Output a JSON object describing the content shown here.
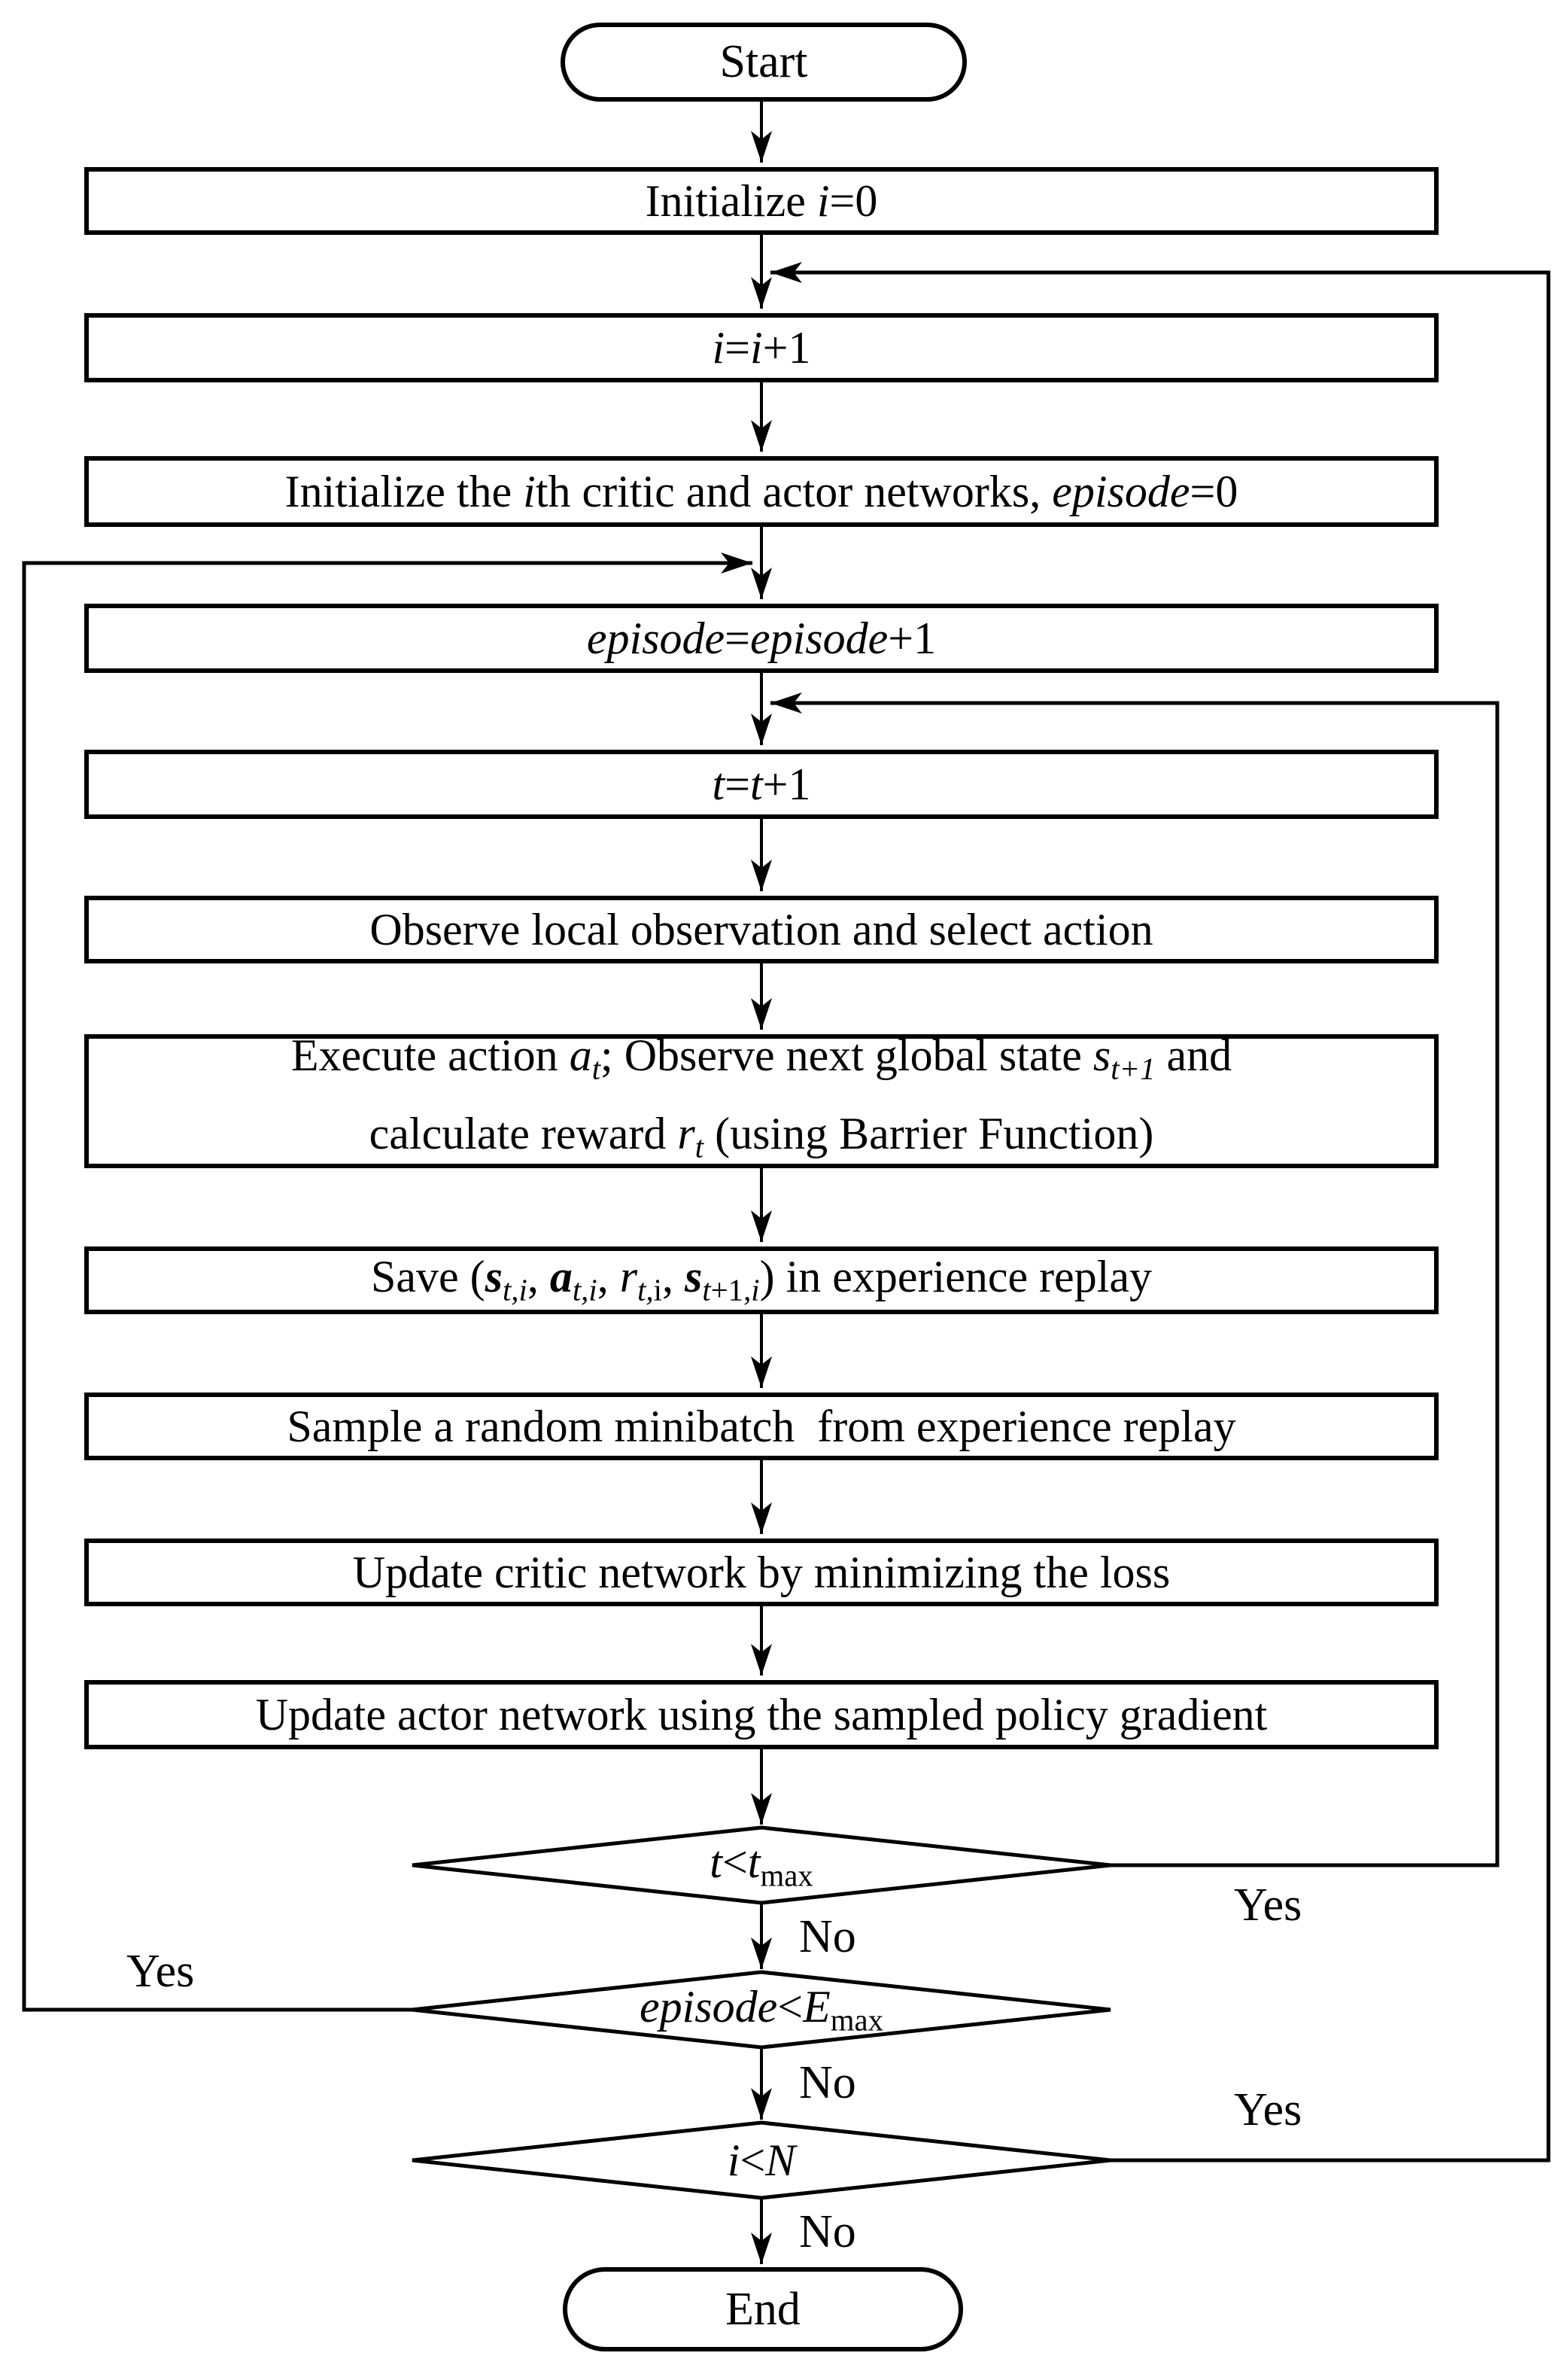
{
  "page": {
    "background": "#ffffff",
    "ink": "#000000"
  },
  "flowchart": {
    "terminals": {
      "start": "Start",
      "end": "End"
    },
    "process": {
      "init_i": [
        [
          "",
          "Initialize "
        ],
        [
          "i",
          "i"
        ],
        [
          "",
          "=0"
        ]
      ],
      "inc_i": [
        [
          "i",
          "i"
        ],
        [
          "",
          "="
        ],
        [
          "i",
          "i"
        ],
        [
          "",
          "+1"
        ]
      ],
      "init_nets": [
        [
          "",
          "Initialize the "
        ],
        [
          "i",
          "i"
        ],
        [
          "",
          "th critic and actor networks, "
        ],
        [
          "i",
          "episode"
        ],
        [
          "",
          "=0"
        ]
      ],
      "inc_episode": [
        [
          "i",
          "episode"
        ],
        [
          "",
          "="
        ],
        [
          "i",
          "episode"
        ],
        [
          "",
          "+1"
        ]
      ],
      "inc_t": [
        [
          "i",
          "t"
        ],
        [
          "",
          "="
        ],
        [
          "i",
          "t"
        ],
        [
          "",
          "+1"
        ]
      ],
      "observe": [
        [
          "",
          "Observe local observation and select action"
        ]
      ],
      "execute": [
        [
          "",
          "Execute action "
        ],
        [
          "i",
          "a"
        ],
        [
          "subi",
          "t"
        ],
        [
          "",
          "; Observe next global state "
        ],
        [
          "i",
          "s"
        ],
        [
          "subi",
          "t+1"
        ],
        [
          "",
          " and"
        ],
        [
          "br",
          ""
        ],
        [
          "",
          "calculate reward "
        ],
        [
          "i",
          "r"
        ],
        [
          "subi",
          "t"
        ],
        [
          "",
          " (using Barrier Function)"
        ]
      ],
      "save": [
        [
          "",
          "Save ("
        ],
        [
          "bi",
          "s"
        ],
        [
          "subi",
          "t,i"
        ],
        [
          "",
          ", "
        ],
        [
          "bi",
          "a"
        ],
        [
          "subi",
          "t,i"
        ],
        [
          "",
          ", "
        ],
        [
          "i",
          "r"
        ],
        [
          "subi",
          "t,"
        ],
        [
          "sub",
          "i"
        ],
        [
          "",
          ", "
        ],
        [
          "bi",
          "s"
        ],
        [
          "subi",
          "t"
        ],
        [
          "sub",
          "+1,"
        ],
        [
          "subi",
          "i"
        ],
        [
          "",
          ") in experience replay"
        ]
      ],
      "sample": [
        [
          "",
          "Sample a random minibatch  from experience replay"
        ]
      ],
      "update_critic": [
        [
          "",
          "Update critic network by minimizing the loss"
        ]
      ],
      "update_actor": [
        [
          "",
          "Update actor network using the sampled policy gradient"
        ]
      ]
    },
    "decisions": {
      "t_max": [
        [
          "i",
          "t"
        ],
        [
          "",
          "<"
        ],
        [
          "i",
          "t"
        ],
        [
          "sub",
          "max"
        ]
      ],
      "e_max": [
        [
          "i",
          "episode"
        ],
        [
          "",
          "<"
        ],
        [
          "i",
          "E"
        ],
        [
          "sub",
          "max"
        ]
      ],
      "i_n": [
        [
          "i",
          "i"
        ],
        [
          "",
          "<"
        ],
        [
          "i",
          "N"
        ]
      ]
    },
    "edge_labels": {
      "yes": "Yes",
      "no": "No"
    }
  }
}
